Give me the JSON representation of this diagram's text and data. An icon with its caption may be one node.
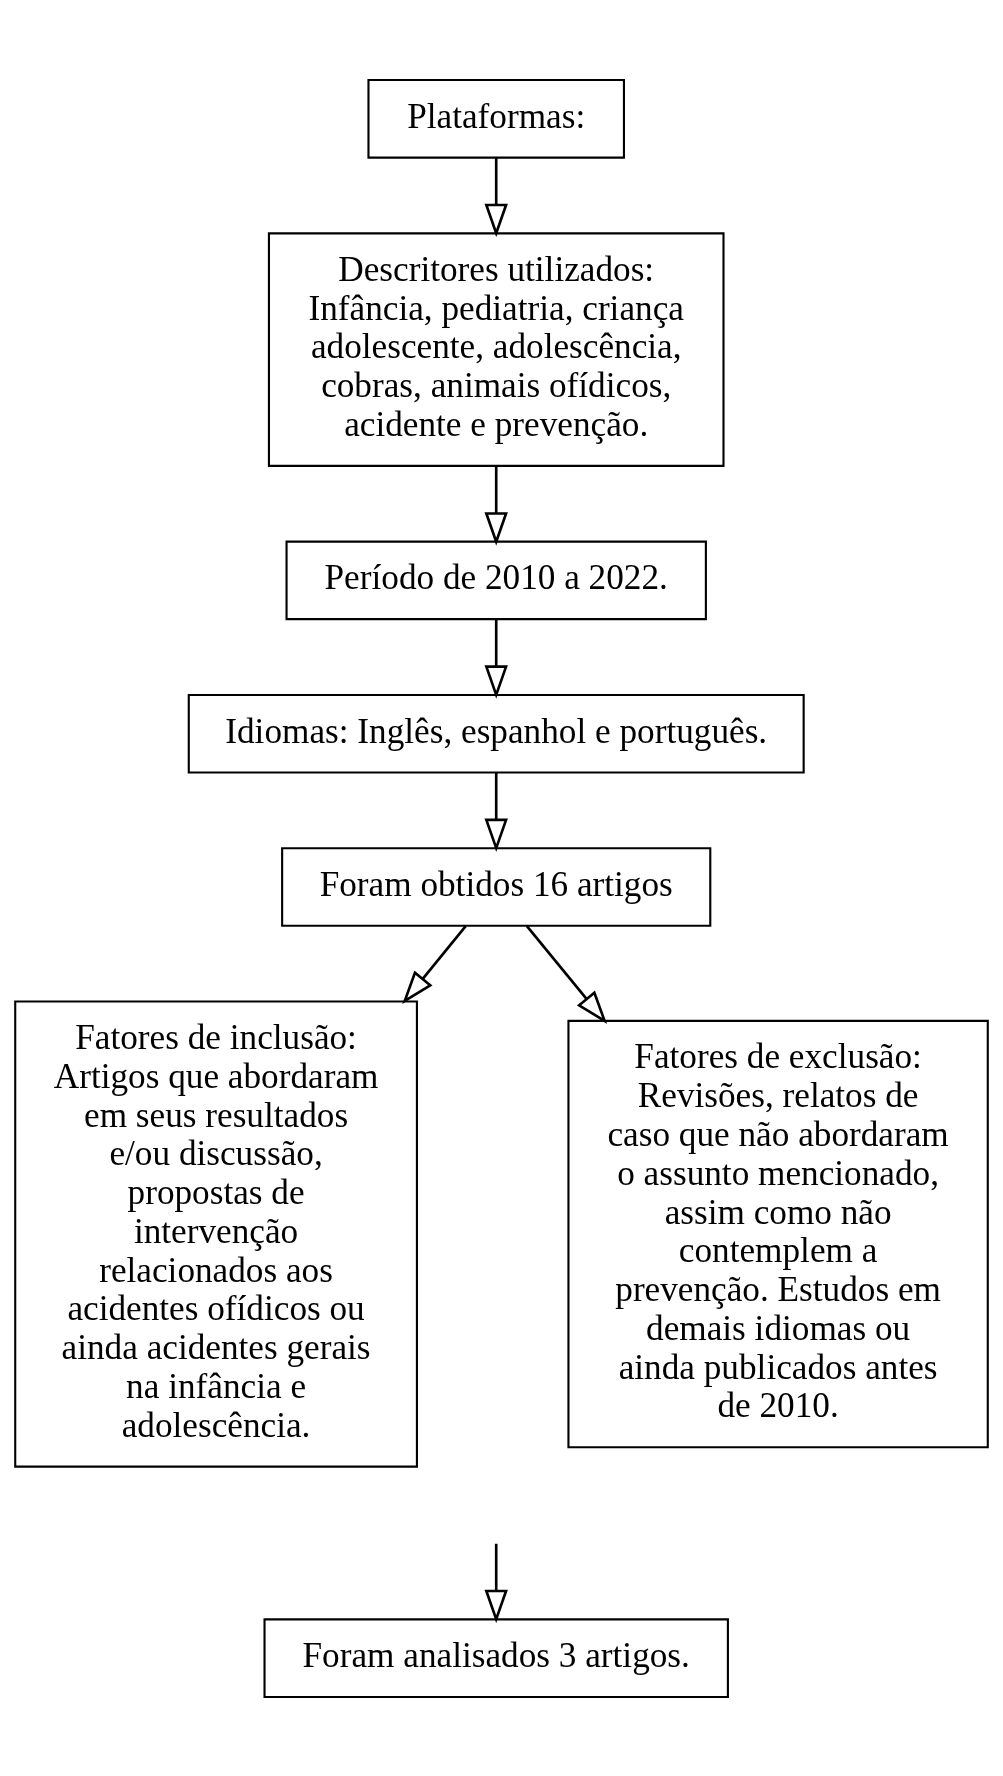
{
  "diagram": {
    "nodes": [
      {
        "text": [
          "Plataformas:"
        ]
      },
      {
        "text": [
          "Descritores utilizados: Infância, pediatria, criança adolescente, adolescência, cobras, animais ofídicos, acidente e prevenção."
        ]
      },
      {
        "text": [
          "Período de 2010 a 2022."
        ]
      },
      {
        "text": [
          "Idiomas: Inglês, espanhol e português."
        ]
      },
      {
        "text": [
          "Foram obtidos 16 artigos"
        ]
      },
      {
        "text": [
          "Fatores de inclusão: Artigos que abordaram em seus resultados e/ou discussão, propostas de intervenção relacionados aos acidentes ofídicos ou ainda acidentes gerais na infância e adolescência."
        ]
      },
      {
        "text": [
          "Fatores de exclusão: Revisões, relatos de caso que não abordaram o assunto mencionado, assim como não contemplem a prevenção. Estudos em demais idiomas ou ainda publicados antes de 2010."
        ]
      },
      {
        "text": [
          "Foram analisados 3 artigos."
        ]
      }
    ],
    "edges": [
      {
        "from": 0,
        "to": 1,
        "arrow": "to"
      },
      {
        "from": 1,
        "to": 2,
        "arrow": "to"
      },
      {
        "from": 2,
        "to": 3,
        "arrow": "to"
      },
      {
        "from": 3,
        "to": 4,
        "arrow": "to"
      },
      {
        "from": 4,
        "to": 5,
        "arrow": "to"
      },
      {
        "from": 4,
        "to": 6,
        "arrow": "to"
      },
      {
        "from": null,
        "to": 7,
        "arrow": "to"
      }
    ]
  }
}
